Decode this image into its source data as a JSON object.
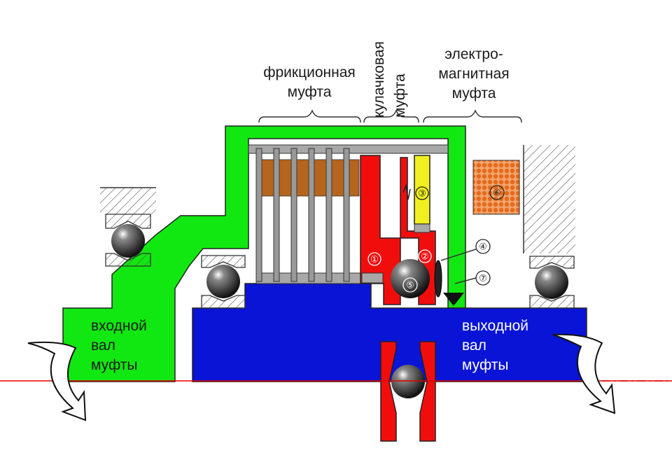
{
  "labels": {
    "friction": [
      "фрикционная",
      "муфта"
    ],
    "cam": [
      "кулачковая",
      "муфта"
    ],
    "electro": [
      "электро-",
      "магнитная",
      "муфта"
    ],
    "input_shaft": [
      "входной",
      "вал",
      "муфты"
    ],
    "output_shaft": [
      "выходной",
      "вал",
      "муфты"
    ]
  },
  "callouts": [
    "①",
    "②",
    "③",
    "④",
    "⑤",
    "⑥",
    "⑦"
  ],
  "colors": {
    "input_housing": "#11e811",
    "output_shaft": "#0a14d6",
    "cam_parts": "#f20d0d",
    "armature": "#f0f020",
    "coil": "#e8782a",
    "frame": "#a8a8a8",
    "axis_line": "#e00000"
  }
}
